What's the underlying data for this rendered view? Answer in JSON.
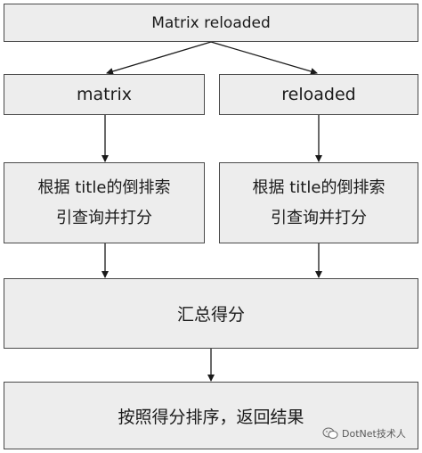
{
  "diagram": {
    "top": "Matrix reloaded",
    "left": "matrix",
    "right": "reloaded",
    "left_process": "根据 title的倒排索\n引查询并打分",
    "right_process": "根据 title的倒排索\n引查询并打分",
    "merge": "汇总得分",
    "sort": "按照得分排序，返回结果"
  },
  "watermark": {
    "text": "DotNet技术人"
  },
  "colors": {
    "box_fill": "#ededed",
    "box_border": "#4a4a4a",
    "arrow": "#1a1a1a"
  }
}
